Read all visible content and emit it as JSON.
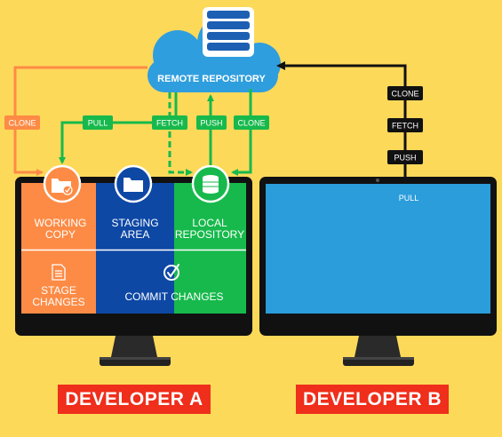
{
  "remote": {
    "label": "REMOTE REPOSITORY"
  },
  "arrows": {
    "clone_a": "CLONE",
    "pull": "PULL",
    "fetch": "FETCH",
    "push": "PUSH",
    "clone_b": "CLONE"
  },
  "developer_b_ops": {
    "clone": "CLONE",
    "fetch": "FETCH",
    "push": "PUSH",
    "pull": "PULL"
  },
  "developer_a": {
    "working_copy": "WORKING COPY",
    "staging_area": "STAGING AREA",
    "local_repository": "LOCAL REPOSITORY",
    "stage_changes": "STAGE CHANGES",
    "commit_changes": "COMMIT CHANGES"
  },
  "labels": {
    "developer_a": "DEVELOPER A",
    "developer_b": "DEVELOPER B"
  },
  "colors": {
    "background": "#fdd95a",
    "orange": "#fd8b45",
    "blue": "#0e48a5",
    "green": "#17b94c",
    "screen_b": "#2b9ddb",
    "red": "#ef2e1b",
    "remote_cloud": "#2f9ede"
  }
}
